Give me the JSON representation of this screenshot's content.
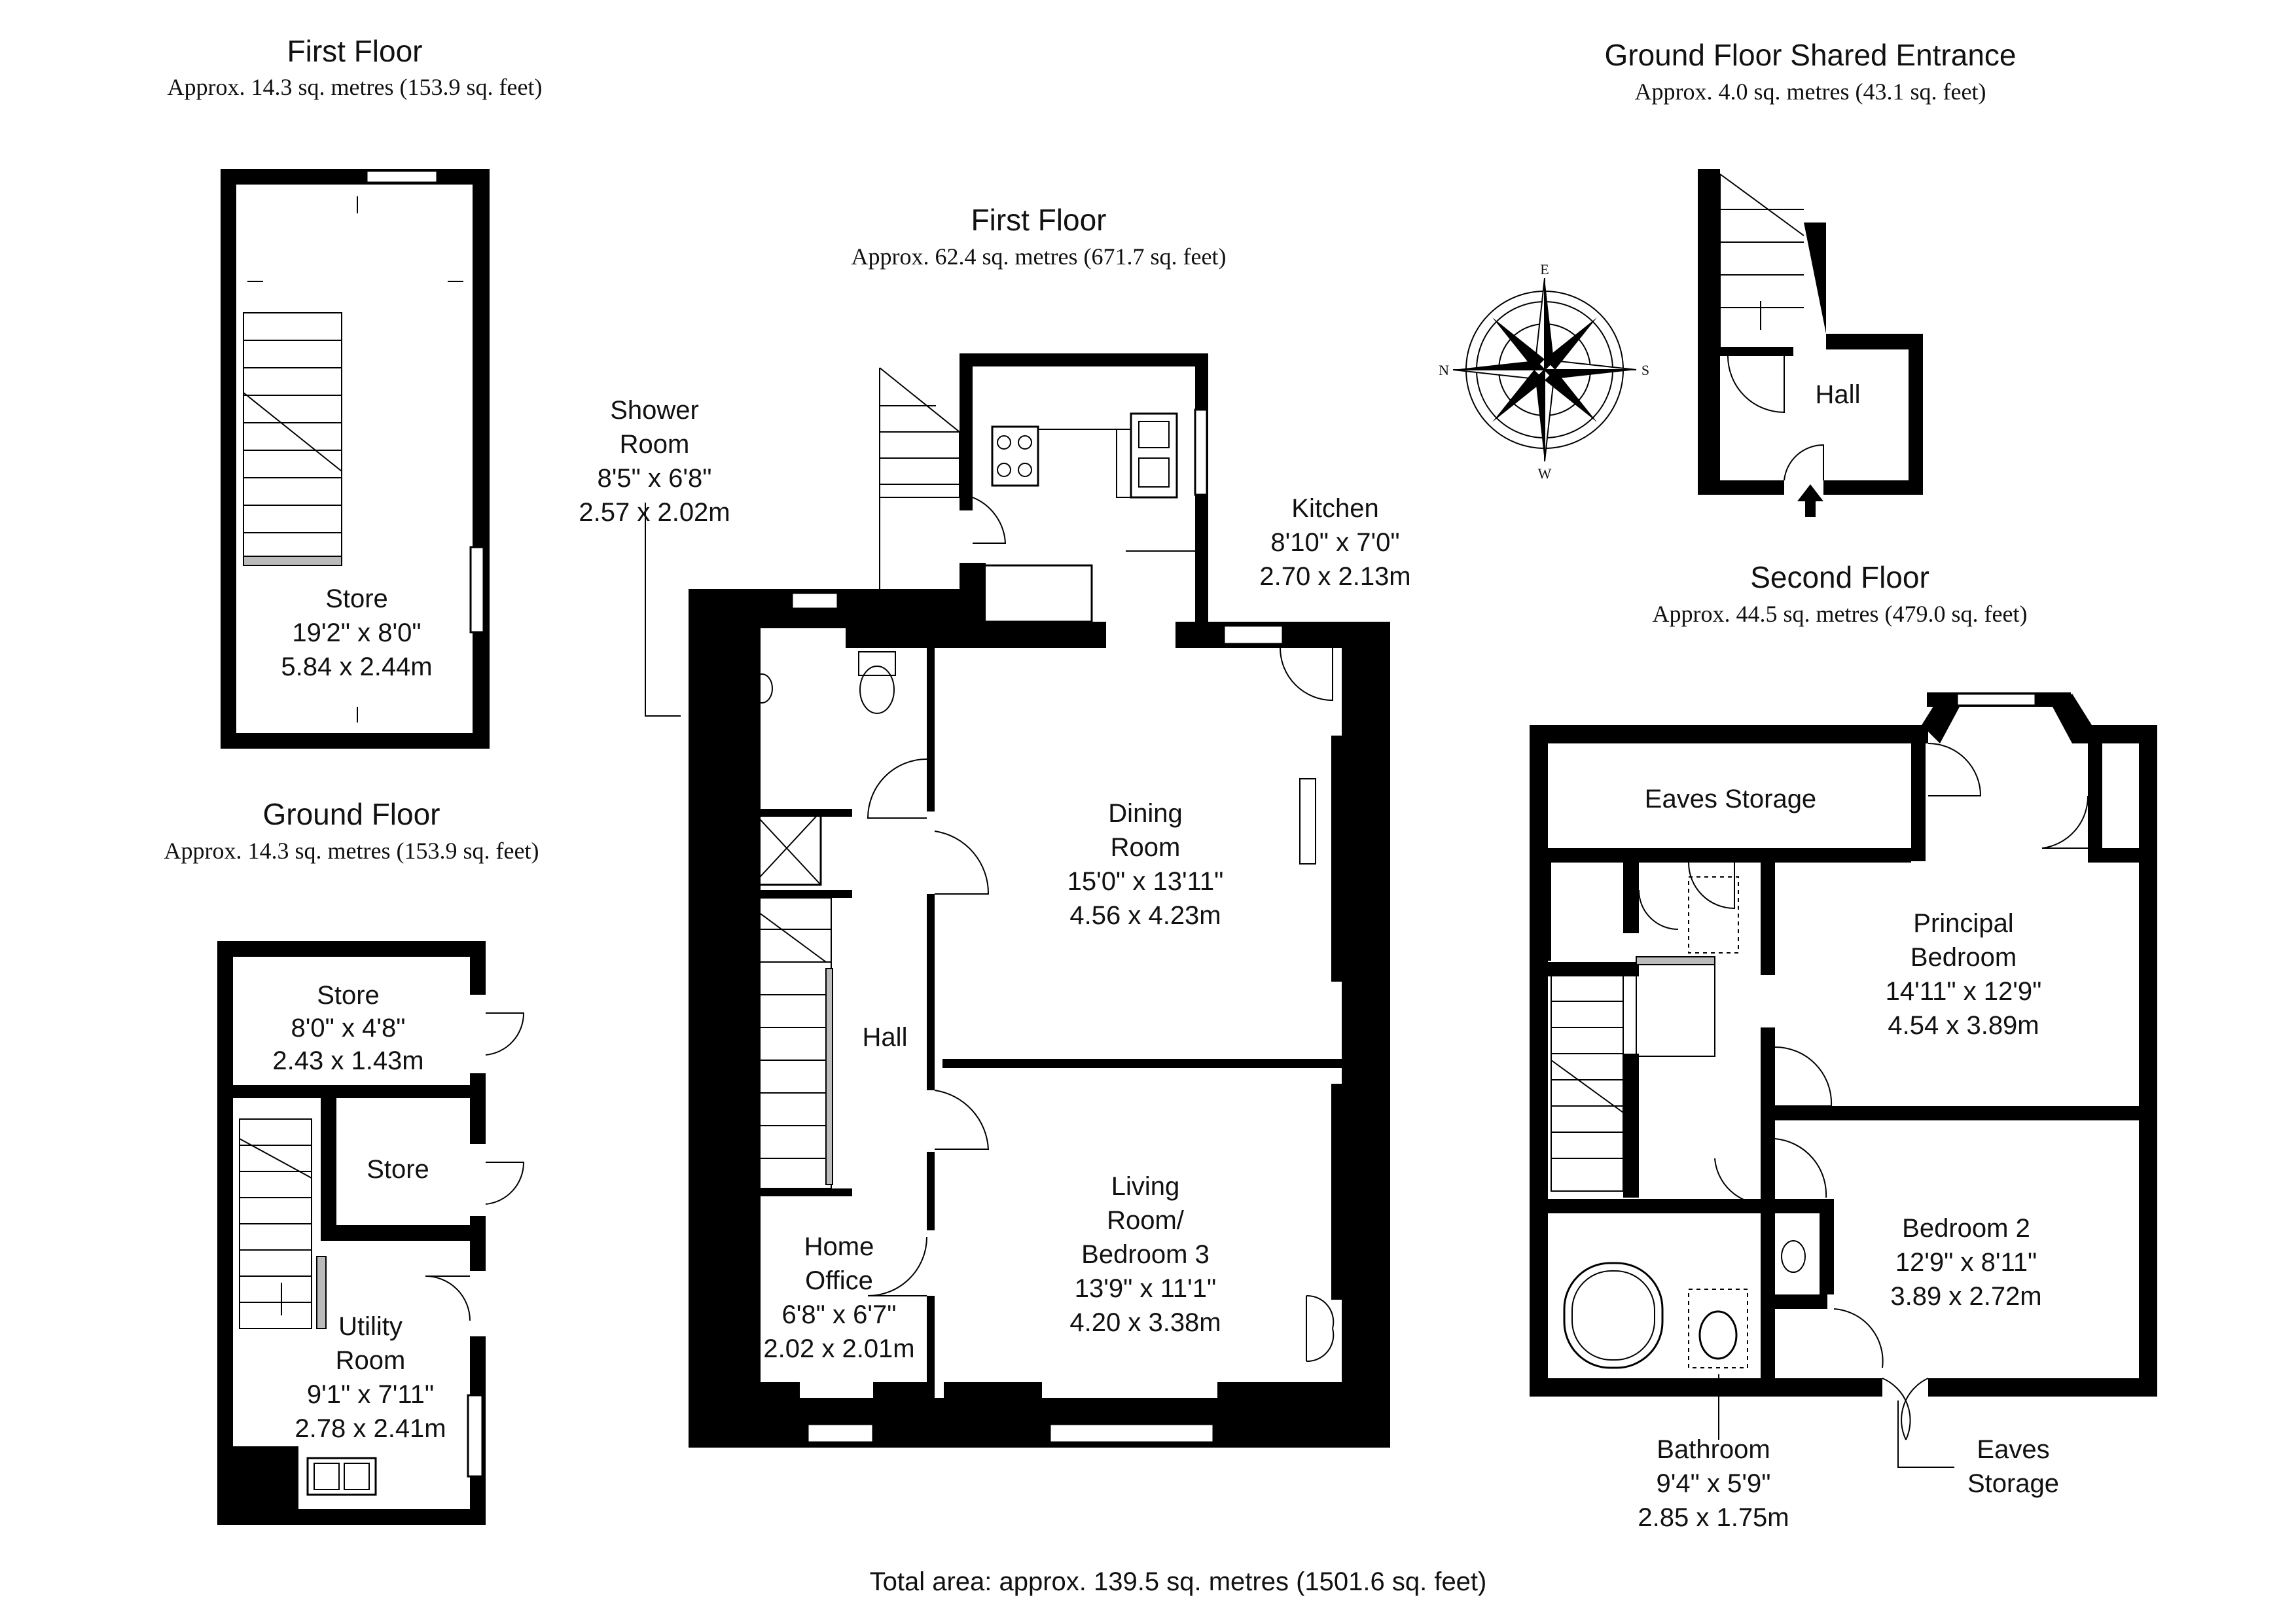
{
  "floors": {
    "first_floor_store": {
      "title": "First Floor",
      "area": "Approx. 14.3 sq. metres (153.9 sq. feet)"
    },
    "ground_floor": {
      "title": "Ground Floor",
      "area": "Approx. 14.3 sq. metres (153.9 sq. feet)"
    },
    "first_floor_main": {
      "title": "First Floor",
      "area": "Approx. 62.4 sq. metres (671.7 sq. feet)"
    },
    "ground_floor_entrance": {
      "title": "Ground Floor Shared Entrance",
      "area": "Approx. 4.0 sq. metres (43.1 sq. feet)"
    },
    "second_floor": {
      "title": "Second Floor",
      "area": "Approx. 44.5 sq. metres (479.0 sq. feet)"
    }
  },
  "rooms": {
    "store_first": {
      "name": "Store",
      "imperial": "19'2\" x 8'0\"",
      "metric": "5.84 x 2.44m"
    },
    "store_ground": {
      "name": "Store",
      "imperial": "8'0\" x 4'8\"",
      "metric": "2.43 x 1.43m"
    },
    "store_small": {
      "name": "Store"
    },
    "utility": {
      "name1": "Utility",
      "name2": "Room",
      "imperial": "9'1\" x 7'11\"",
      "metric": "2.78 x 2.41m"
    },
    "shower": {
      "name1": "Shower",
      "name2": "Room",
      "imperial": "8'5\" x 6'8\"",
      "metric": "2.57 x 2.02m"
    },
    "kitchen": {
      "name": "Kitchen",
      "imperial": "8'10\" x 7'0\"",
      "metric": "2.70 x 2.13m"
    },
    "dining": {
      "name1": "Dining",
      "name2": "Room",
      "imperial": "15'0\" x 13'11\"",
      "metric": "4.56 x 4.23m"
    },
    "hall_first": {
      "name": "Hall"
    },
    "living": {
      "name1": "Living",
      "name2": "Room/",
      "name3": "Bedroom 3",
      "imperial": "13'9\" x 11'1\"",
      "metric": "4.20 x 3.38m"
    },
    "office": {
      "name1": "Home",
      "name2": "Office",
      "imperial": "6'8\" x 6'7\"",
      "metric": "2.02 x 2.01m"
    },
    "hall_entrance": {
      "name": "Hall"
    },
    "eaves_top": {
      "name": "Eaves Storage"
    },
    "principal": {
      "name1": "Principal",
      "name2": "Bedroom",
      "imperial": "14'11\" x 12'9\"",
      "metric": "4.54 x 3.89m"
    },
    "bedroom2": {
      "name": "Bedroom 2",
      "imperial": "12'9\" x 8'11\"",
      "metric": "3.89 x 2.72m"
    },
    "bathroom": {
      "name": "Bathroom",
      "imperial": "9'4\" x 5'9\"",
      "metric": "2.85 x 1.75m"
    },
    "eaves_bottom": {
      "name1": "Eaves",
      "name2": "Storage"
    }
  },
  "compass": {
    "n": "N",
    "s": "S",
    "e": "E",
    "w": "W"
  },
  "total_area": "Total area: approx. 139.5 sq. metres (1501.6 sq. feet)"
}
